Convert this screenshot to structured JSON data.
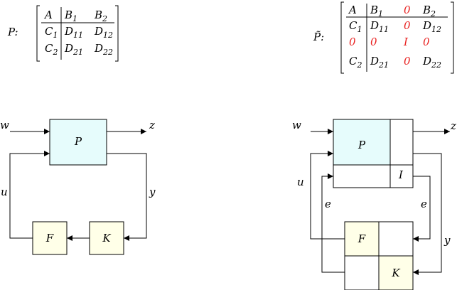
{
  "colors": {
    "line": "#000000",
    "plant_fill": "#e6fcfc",
    "controller_fill": "#ffffe8",
    "highlight_text": "#e8201f"
  },
  "matrix_P": {
    "label": "P:",
    "rows": [
      [
        "A",
        "B1",
        "B2"
      ],
      [
        "C1",
        "D11",
        "D12"
      ],
      [
        "C2",
        "D21",
        "D22"
      ]
    ]
  },
  "matrix_Ptilde": {
    "label": "P̃:",
    "rows": [
      [
        "A",
        "B1",
        "0",
        "B2"
      ],
      [
        "C1",
        "D11",
        "0",
        "D12"
      ],
      [
        "0",
        "0",
        "I",
        "0"
      ],
      [
        "C2",
        "D21",
        "0",
        "D22"
      ]
    ]
  },
  "diagram_left": {
    "plant": "P",
    "controller_F": "F",
    "controller_K": "K",
    "signal_w": "w",
    "signal_z": "z",
    "signal_u": "u",
    "signal_y": "y"
  },
  "diagram_right": {
    "plant": "P",
    "identity": "I",
    "controller_F": "F",
    "controller_K": "K",
    "signal_w": "w",
    "signal_z": "z",
    "signal_u": "u",
    "signal_y": "y",
    "signal_e_left": "e",
    "signal_e_right": "e"
  }
}
